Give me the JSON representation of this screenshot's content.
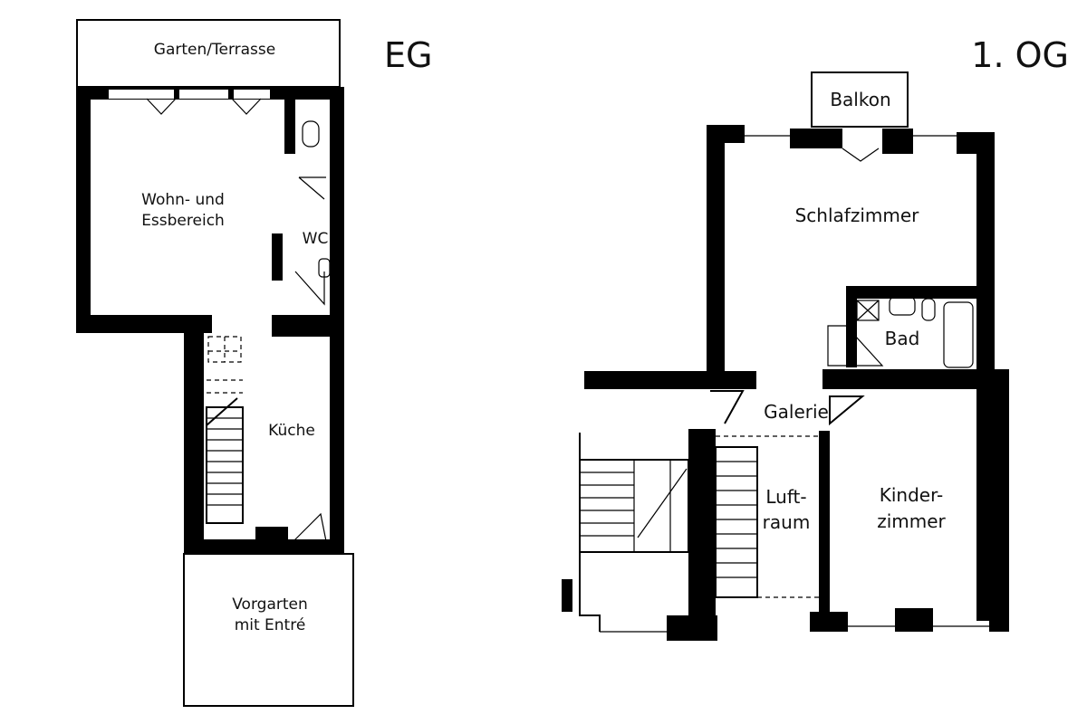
{
  "floors": {
    "eg": {
      "title": "EG",
      "rooms": {
        "garten": "Garten/Terrasse",
        "wohn_1": "Wohn- und",
        "wohn_2": "Essbereich",
        "wc": "WC",
        "kueche": "Küche",
        "vorgarten_1": "Vorgarten",
        "vorgarten_2": "mit Entré"
      }
    },
    "og": {
      "title": "1. OG",
      "rooms": {
        "balkon": "Balkon",
        "schlafzimmer": "Schlafzimmer",
        "bad": "Bad",
        "galerie": "Galerie",
        "luftraum_1": "Luft-",
        "luftraum_2": "raum",
        "kinder_1": "Kinder-",
        "kinder_2": "zimmer"
      }
    }
  }
}
